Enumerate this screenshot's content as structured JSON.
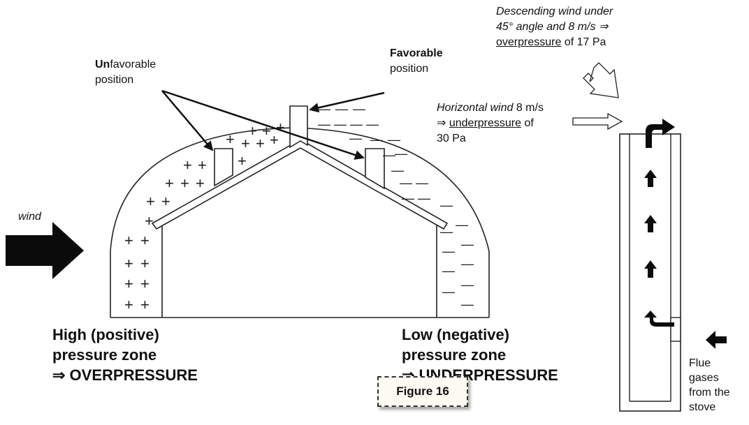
{
  "labels": {
    "unfavorable_prefix": "Un",
    "unfavorable_rest": "favorable",
    "unfavorable_line2": "position",
    "favorable_line1": "Favorable",
    "favorable_line2": "position",
    "descending_line1": "Descending wind under",
    "descending_line2": "45° angle and 8 m/s ⇒",
    "descending_underlined": "overpressure",
    "descending_tail": " of 17 Pa",
    "horizontal_italic": "Horizontal wind",
    "horizontal_speed": " 8 m/s",
    "horizontal_arrow": "⇒ ",
    "horizontal_underlined": "underpressure",
    "horizontal_of": " of",
    "horizontal_line3": "30 Pa",
    "wind": "wind",
    "flue_lines": [
      "Flue",
      "gases",
      "from the",
      "stove"
    ]
  },
  "zones": {
    "high_line1": "High (positive)",
    "high_line2": "pressure zone",
    "high_line3": "⇒ OVERPRESSURE",
    "low_line1": "Low (negative)",
    "low_line2": "pressure zone",
    "low_line3": "⇒ UNDERPRESSURE"
  },
  "figure_label": "Figure 16",
  "signs": {
    "plus": "+",
    "minus": "—"
  }
}
